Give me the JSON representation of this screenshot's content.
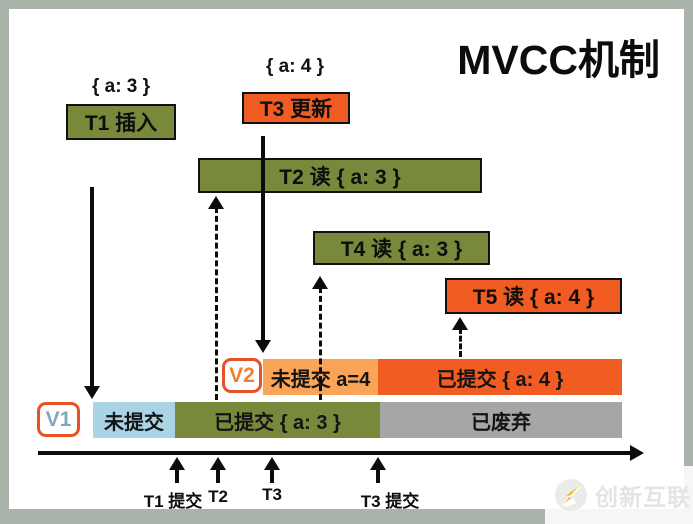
{
  "title": "MVCC机制",
  "transactions": {
    "t1": {
      "label": "T1 插入",
      "value": "{ a: 3 }"
    },
    "t3": {
      "label": "T3 更新",
      "value": "{ a: 4 }"
    },
    "t2": {
      "label": "T2 读 { a: 3 }"
    },
    "t4": {
      "label": "T4 读 { a: 3 }"
    },
    "t5": {
      "label": "T5 读 { a: 4 }"
    }
  },
  "versions": {
    "v1": {
      "badge": "V1",
      "uncommitted": "未提交",
      "committed": "已提交 { a: 3 }",
      "discarded": "已废弃"
    },
    "v2": {
      "badge": "V2",
      "uncommitted": "未提交 a=4",
      "committed": "已提交 { a: 4 }"
    }
  },
  "timeline": {
    "ticks": [
      {
        "label": "T1 提交"
      },
      {
        "label": "T2"
      },
      {
        "label": "T3"
      },
      {
        "label": "T3 提交"
      }
    ]
  },
  "watermark": {
    "text": "创新互联"
  },
  "colors": {
    "green": "#78893c",
    "orange": "#f15c22",
    "light_orange": "#f9a458",
    "light_blue": "#aad4e5",
    "gray": "#a6a6a6",
    "badge_border": "#e85126",
    "v1_text": "#7fa9bb",
    "v2_text": "#f0802e",
    "frame": "#a9b3a9"
  }
}
